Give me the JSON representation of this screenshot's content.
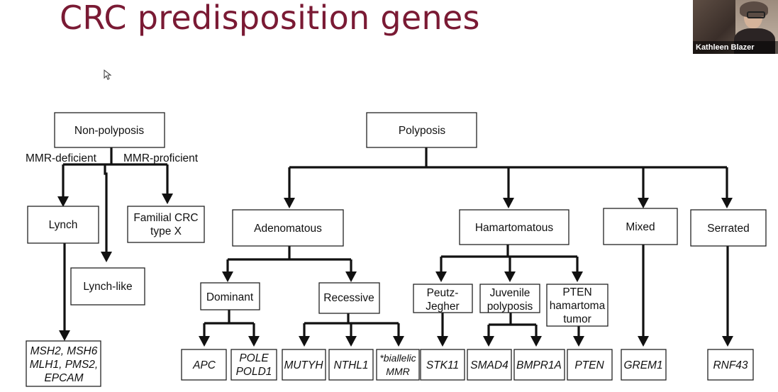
{
  "slide": {
    "title": "CRC predisposition genes"
  },
  "video": {
    "participant_name": "Kathleen Blazer"
  },
  "diagram": {
    "non_polyposis": "Non-polyposis",
    "mmr_deficient": "MMR-deficient",
    "mmr_proficient": "MMR-proficient",
    "lynch": "Lynch",
    "lynch_like": "Lynch-like",
    "familial_crc": [
      "Familial CRC",
      "type X"
    ],
    "lynch_genes": [
      "MSH2, MSH6",
      "MLH1, PMS2,",
      "EPCAM"
    ],
    "polyposis": "Polyposis",
    "adenomatous": "Adenomatous",
    "hamartomatous": "Hamartomatous",
    "mixed": "Mixed",
    "serrated": "Serrated",
    "dominant": "Dominant",
    "recessive": "Recessive",
    "peutz_jegher": [
      "Peutz-",
      "Jegher"
    ],
    "juvenile_polyposis": [
      "Juvenile",
      "polyposis"
    ],
    "pten_hamartoma": [
      "PTEN",
      "hamartoma",
      "tumor"
    ],
    "gene_apc": "APC",
    "gene_pole": [
      "POLE",
      "POLD1"
    ],
    "gene_mutyh": "MUTYH",
    "gene_nthl1": "NTHL1",
    "gene_biallelic": [
      "*biallelic",
      "MMR"
    ],
    "gene_stk11": "STK11",
    "gene_smad4": "SMAD4",
    "gene_bmpr1a": "BMPR1A",
    "gene_pten": "PTEN",
    "gene_grem1": "GREM1",
    "gene_rnf43": "RNF43"
  }
}
